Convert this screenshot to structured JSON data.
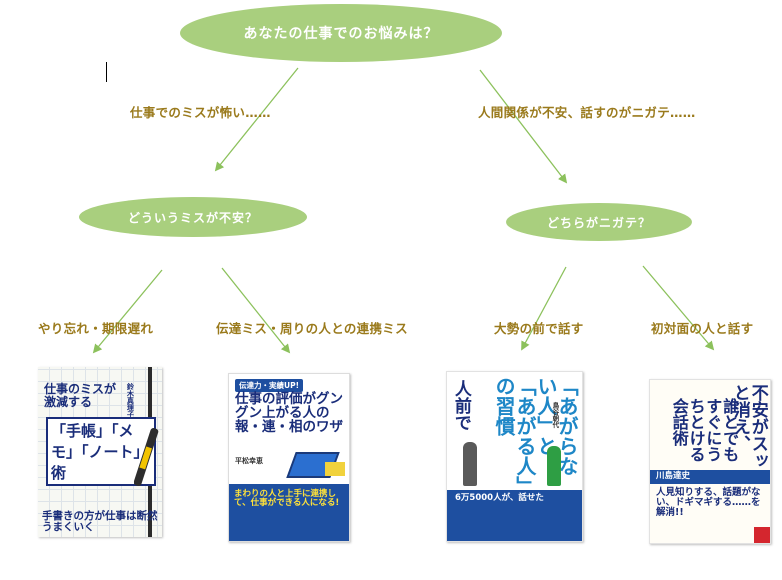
{
  "diagram": {
    "root": "あなたの仕事でのお悩みは？",
    "branch_left": "仕事でのミスが怖い……",
    "branch_right": "人間関係が不安、話すのがニガテ……",
    "node_left": "どういうミスが不安？",
    "node_right": "どちらがニガテ？",
    "leaves": [
      "やり忘れ・期限遅れ",
      "伝達ミス・周りの人との連携ミス",
      "大勢の前で話す",
      "初対面の人と話す"
    ]
  },
  "colors": {
    "node_fill": "#a9cf7e",
    "label_text": "#9a7a1c",
    "arrow": "#8cc15c"
  },
  "books": [
    {
      "cover_title_1": "仕事のミスが激減する",
      "cover_title_2": "「手帳」「メモ」「ノート」術",
      "author": "鈴木真理子",
      "bottom": "手書きの方が仕事は断然うまくいく"
    },
    {
      "tag": "伝達力・実績UP!",
      "cover_title": "仕事の評価がグングン上がる人の報・連・相のワザ",
      "author": "平松幸恵",
      "bottom": "まわりの人と上手に連携して、仕事ができる人になる!"
    },
    {
      "cover_title_1": "人前で",
      "cover_title_2": "「あがらない人」と「あがる人」の習慣",
      "author": "鳥谷朝代",
      "bottom": "6万5000人が、話せた"
    },
    {
      "cover_title_1": "不安がスッと消え、",
      "cover_title_2": "誰とでもすぐにうちとける会話術",
      "author": "川島達史",
      "bottom": "人見知りする、話題がない、ドギマギする……を解消!!"
    }
  ]
}
